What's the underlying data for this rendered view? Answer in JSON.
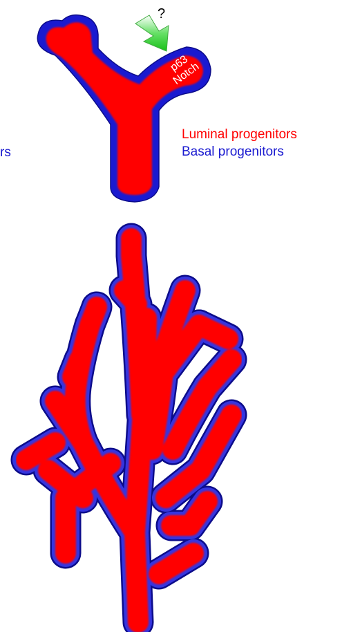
{
  "legend": {
    "cropped_text": "rs",
    "luminal": "Luminal progenitors",
    "basal": "Basal progenitors"
  },
  "top_structure": {
    "question": "?",
    "marker_p63": "p63",
    "marker_notch": "Notch"
  },
  "colors": {
    "luminal": "#ff0000",
    "basal": "#1a1ad0",
    "arrow": "#22cc22"
  }
}
